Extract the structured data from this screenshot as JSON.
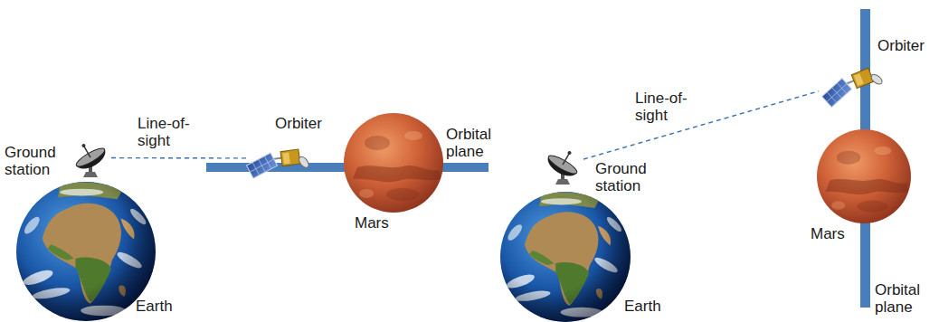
{
  "diagram": {
    "nodes": [
      {
        "text": [
          "Ground station"
        ]
      },
      {
        "text": [
          "Orbiter"
        ]
      },
      {
        "text": [
          "Ground station"
        ]
      },
      {
        "text": [
          "Orbiter"
        ]
      }
    ],
    "edges": [
      {
        "from": 0,
        "to": 1,
        "arrow": "none",
        "label": "Line-of-sight"
      },
      {
        "from": 2,
        "to": 3,
        "arrow": "none",
        "label": "Line-of-sight"
      }
    ],
    "labels": [
      "Orbital plane",
      "Mars",
      "Earth",
      "Orbital plane",
      "Mars",
      "Earth"
    ]
  }
}
